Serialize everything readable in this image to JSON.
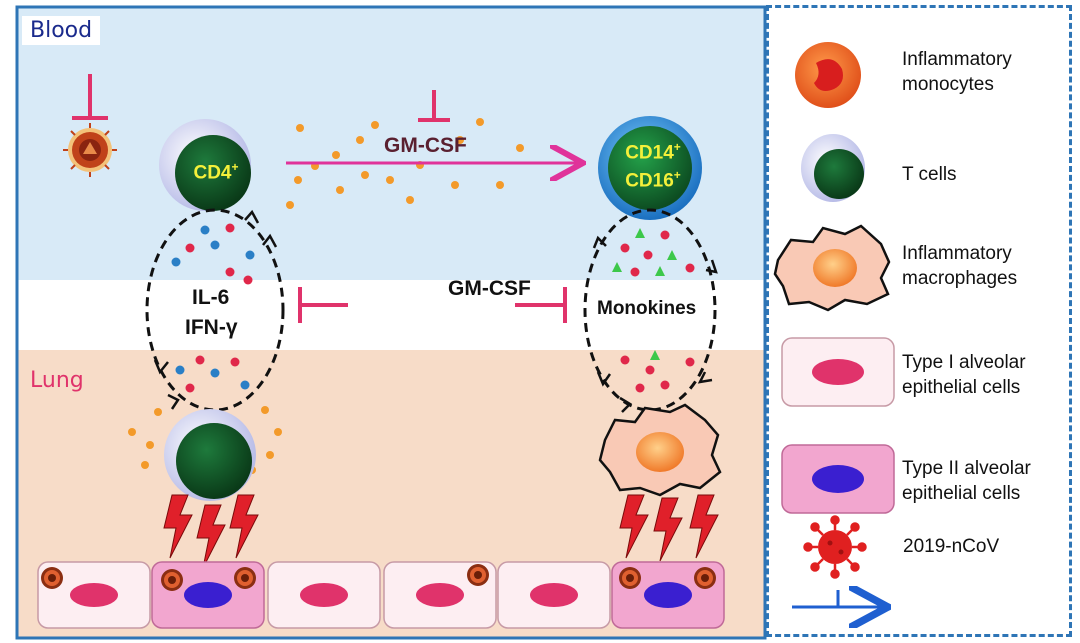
{
  "zones": {
    "blood": "Blood",
    "lung": "Lung"
  },
  "cells": {
    "cd4": {
      "base": "CD4",
      "sup": "+"
    },
    "cd14": {
      "base": "CD14",
      "sup": "+"
    },
    "cd16": {
      "base": "CD16",
      "sup": "+"
    }
  },
  "labels": {
    "gmcsf_top": "GM-CSF",
    "gmcsf_mid": "GM-CSF",
    "il6": "IL-6",
    "ifn": "IFN-γ",
    "monokines": "Monokines"
  },
  "legend": [
    {
      "icon": "inflammatory-monocyte-icon",
      "line1": "Inflammatory",
      "line2": "monocytes"
    },
    {
      "icon": "t-cell-icon",
      "line1": "T cells",
      "line2": ""
    },
    {
      "icon": "inflammatory-macrophage-icon",
      "line1": "Inflammatory",
      "line2": "macrophages"
    },
    {
      "icon": "type1-alveolar-cell-icon",
      "line1": "Type I alveolar",
      "line2": "epithelial cells"
    },
    {
      "icon": "type2-alveolar-cell-icon",
      "line1": "Type II alveolar",
      "line2": "epithelial cells"
    },
    {
      "icon": "virus-icon",
      "line1": "2019-nCoV",
      "line2": ""
    },
    {
      "icon": "arrow-inhibit-icon",
      "line1": "",
      "line2": ""
    }
  ],
  "colors": {
    "blood_bg": "#d8eaf7",
    "lung_bg": "#f7dcc8",
    "blood_label": "#1a2a8c",
    "lung_label": "#e0336b",
    "inhibit": "#e0336b",
    "arrow": "#e0339a",
    "frame": "#2e75b6"
  }
}
